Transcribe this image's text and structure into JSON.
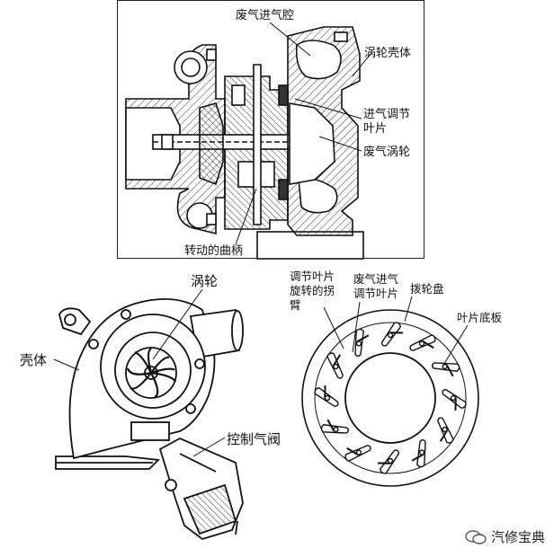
{
  "top_diagram": {
    "labels": {
      "exhaust_inlet_cavity": "废气进气腔",
      "turbine_housing": "涡轮壳体",
      "inlet_vane_line1": "进气调节",
      "inlet_vane_line2": "叶片",
      "exhaust_turbine": "废气涡轮",
      "rotating_crank": "转动的曲柄"
    }
  },
  "bottom_left": {
    "labels": {
      "turbine": "涡轮",
      "housing": "壳体",
      "control_valve": "控制气阀"
    }
  },
  "bottom_right": {
    "labels": {
      "vane_rotate_arm_line1": "调节叶片",
      "vane_rotate_arm_line2": "旋转的拐",
      "vane_rotate_arm_line3": "臂",
      "exhaust_vane_line1": "废气进气",
      "exhaust_vane_line2": "调节叶片",
      "dial_plate": "拨轮盘",
      "vane_base_plate": "叶片底板"
    }
  },
  "watermark": {
    "text": "汽修宝典"
  }
}
